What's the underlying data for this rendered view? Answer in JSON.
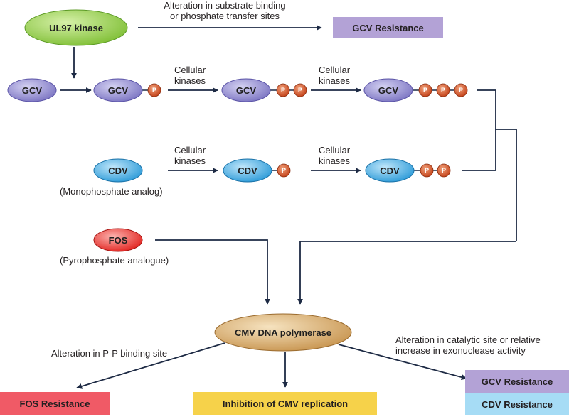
{
  "nodes": {
    "ul97": "UL97 kinase",
    "gcv": "GCV",
    "cdv": "CDV",
    "fos": "FOS",
    "polymerase": "CMV DNA polymerase",
    "phosphate": "P"
  },
  "labels": {
    "ul97_alteration_line1": "Alteration in substrate binding",
    "ul97_alteration_line2": "or phosphate transfer sites",
    "cellular_kinases_line1": "Cellular",
    "cellular_kinases_line2": "kinases",
    "cdv_analog": "(Monophosphate analog)",
    "fos_analog": "(Pyrophosphate analogue)",
    "pp_alteration": "Alteration in P-P binding site",
    "catalytic_alteration_line1": "Alteration in catalytic site or relative",
    "catalytic_alteration_line2": "increase in exonuclease activity"
  },
  "outcomes": {
    "gcv_resistance_top": "GCV Resistance",
    "fos_resistance": "FOS Resistance",
    "inhibition": "Inhibition of CMV replication",
    "gcv_resistance_bottom": "GCV Resistance",
    "cdv_resistance": "CDV Resistance"
  },
  "colors": {
    "ul97": "#8cc63f",
    "gcv": "#8a84cc",
    "cdv": "#3ba7e0",
    "fos": "#e8312f",
    "polymerase": "#d2a363",
    "phosphate": "#cc4a1f",
    "gcv_resistance": "#b3a2d6",
    "fos_resistance": "#f05a66",
    "inhibition": "#f6d24a",
    "cdv_resistance": "#a6dcf5",
    "line": "#1d2a44"
  }
}
